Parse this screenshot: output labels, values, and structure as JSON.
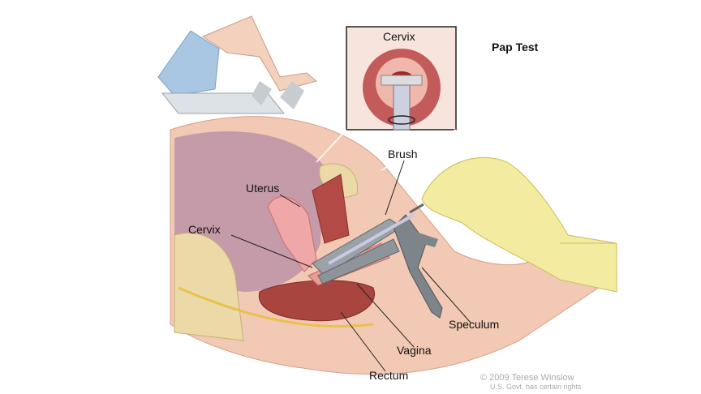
{
  "title": "Pap Test",
  "inset": {
    "title": "Cervix"
  },
  "labels": {
    "brush": "Brush",
    "uterus": "Uterus",
    "cervix": "Cervix",
    "speculum": "Speculum",
    "vagina": "Vagina",
    "rectum": "Rectum"
  },
  "credit": {
    "line1": "© 2009 Terese Winslow",
    "line2": "U.S. Govt. has certain rights"
  },
  "colors": {
    "skin": "#f2c9b4",
    "uterus": "#f0a7a7",
    "pelvis_cavity": "#b58aa6",
    "bone": "#ecd9a8",
    "glove": "#f2eba0",
    "rectum": "#a8453f",
    "speculum": "#7d848a"
  }
}
